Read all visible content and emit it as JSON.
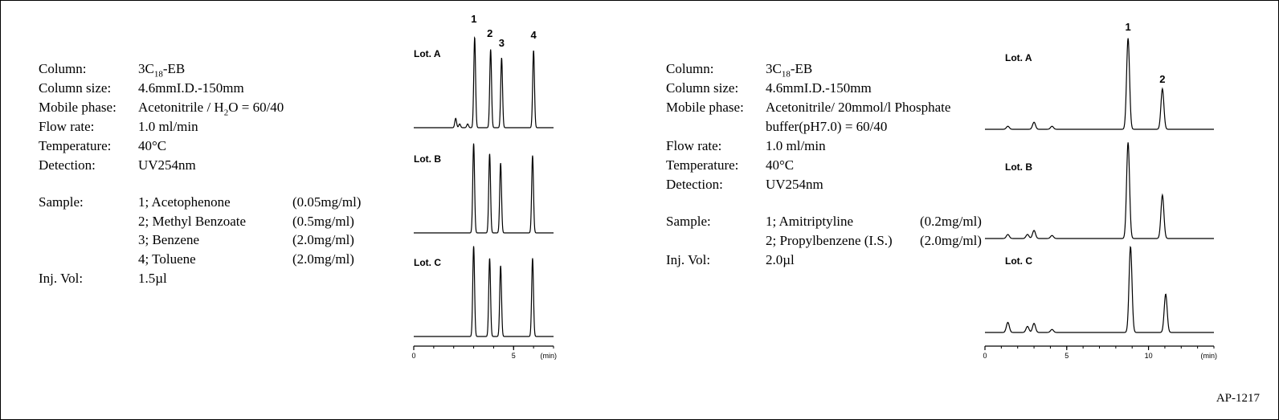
{
  "figure_code": "AP-1217",
  "left_conditions": {
    "column": {
      "label": "Column:",
      "v1": "3C",
      "sub": "18",
      "v2": "-EB"
    },
    "column_size": {
      "label": "Column size:",
      "value": "4.6mmI.D.-150mm"
    },
    "mobile_phase": {
      "label": "Mobile phase:",
      "v1": "Acetonitrile / H",
      "sub": "2",
      "v2": "O = 60/40"
    },
    "flow_rate": {
      "label": "Flow rate:",
      "value": "1.0 ml/min"
    },
    "temperature": {
      "label": "Temperature:",
      "value": "40°C"
    },
    "detection": {
      "label": "Detection:",
      "value": "UV254nm"
    },
    "sample_label": "Sample:",
    "samples": [
      {
        "name": "1; Acetophenone",
        "conc": "(0.05mg/ml)"
      },
      {
        "name": "2; Methyl Benzoate",
        "conc": "(0.5mg/ml)"
      },
      {
        "name": "3; Benzene",
        "conc": "(2.0mg/ml)"
      },
      {
        "name": "4; Toluene",
        "conc": "(2.0mg/ml)"
      }
    ],
    "inj_vol": {
      "label": "Inj. Vol:",
      "value": "1.5µl"
    }
  },
  "right_conditions": {
    "column": {
      "label": "Column:",
      "v1": "3C",
      "sub": "18",
      "v2": "-EB"
    },
    "column_size": {
      "label": "Column size:",
      "value": "4.6mmI.D.-150mm"
    },
    "mobile_phase": {
      "label": "Mobile phase:",
      "line1": "Acetonitrile/ 20mmol/l Phosphate",
      "line2": "buffer(pH7.0) = 60/40"
    },
    "flow_rate": {
      "label": "Flow rate:",
      "value": "1.0 ml/min"
    },
    "temperature": {
      "label": "Temperature:",
      "value": "40°C"
    },
    "detection": {
      "label": "Detection:",
      "value": "UV254nm"
    },
    "sample_label": "Sample:",
    "samples": [
      {
        "name": "1; Amitriptyline",
        "conc": "(0.2mg/ml)"
      },
      {
        "name": "2; Propylbenzene (I.S.)",
        "conc": "(2.0mg/ml)"
      }
    ],
    "inj_vol": {
      "label": "Inj. Vol:",
      "value": "2.0µl"
    }
  },
  "chart_data": [
    {
      "type": "line",
      "x_axis": {
        "range": [
          0,
          7
        ],
        "ticks": [
          0,
          5
        ],
        "tick_labels": [
          "0",
          "5"
        ],
        "unit_label": "(min)"
      },
      "traces": [
        {
          "name": "Lot. A",
          "peaks": [
            {
              "t": 3.05,
              "h": 0.97
            },
            {
              "t": 3.85,
              "h": 0.84
            },
            {
              "t": 4.4,
              "h": 0.75
            },
            {
              "t": 6.0,
              "h": 0.83
            }
          ],
          "minor": [
            {
              "t": 2.1,
              "h": 0.1
            },
            {
              "t": 2.3,
              "h": 0.04
            },
            {
              "t": 2.7,
              "h": 0.04
            }
          ]
        },
        {
          "name": "Lot. B",
          "peaks": [
            {
              "t": 3.0,
              "h": 0.96
            },
            {
              "t": 3.8,
              "h": 0.85
            },
            {
              "t": 4.35,
              "h": 0.75
            },
            {
              "t": 5.95,
              "h": 0.83
            }
          ],
          "minor": []
        },
        {
          "name": "Lot. C",
          "peaks": [
            {
              "t": 3.0,
              "h": 0.97
            },
            {
              "t": 3.8,
              "h": 0.84
            },
            {
              "t": 4.35,
              "h": 0.76
            },
            {
              "t": 5.95,
              "h": 0.84
            }
          ],
          "minor": []
        }
      ],
      "peak_labels": [
        {
          "label": "1",
          "t": 3.05
        },
        {
          "label": "2",
          "t": 3.85
        },
        {
          "label": "3",
          "t": 4.4
        },
        {
          "label": "4",
          "t": 6.0
        }
      ]
    },
    {
      "type": "line",
      "x_axis": {
        "range": [
          0,
          14
        ],
        "ticks": [
          0,
          5,
          10
        ],
        "tick_labels": [
          "0",
          "5",
          "10"
        ],
        "unit_label": "(min)"
      },
      "traces": [
        {
          "name": "Lot. A",
          "peaks": [
            {
              "t": 8.75,
              "h": 0.9
            },
            {
              "t": 10.85,
              "h": 0.4
            }
          ],
          "minor": [
            {
              "t": 1.4,
              "h": 0.03
            },
            {
              "t": 3.0,
              "h": 0.07
            },
            {
              "t": 4.1,
              "h": 0.03
            }
          ]
        },
        {
          "name": "Lot. B",
          "peaks": [
            {
              "t": 8.75,
              "h": 0.95
            },
            {
              "t": 10.85,
              "h": 0.43
            }
          ],
          "minor": [
            {
              "t": 1.4,
              "h": 0.04
            },
            {
              "t": 2.6,
              "h": 0.04
            },
            {
              "t": 3.0,
              "h": 0.08
            },
            {
              "t": 4.1,
              "h": 0.03
            }
          ]
        },
        {
          "name": "Lot. C",
          "peaks": [
            {
              "t": 8.9,
              "h": 0.85
            },
            {
              "t": 11.05,
              "h": 0.38
            }
          ],
          "minor": [
            {
              "t": 1.4,
              "h": 0.1
            },
            {
              "t": 2.6,
              "h": 0.06
            },
            {
              "t": 3.0,
              "h": 0.09
            },
            {
              "t": 4.1,
              "h": 0.03
            }
          ]
        }
      ],
      "peak_labels": [
        {
          "label": "1",
          "t": 8.75
        },
        {
          "label": "2",
          "t": 10.85
        }
      ]
    }
  ]
}
